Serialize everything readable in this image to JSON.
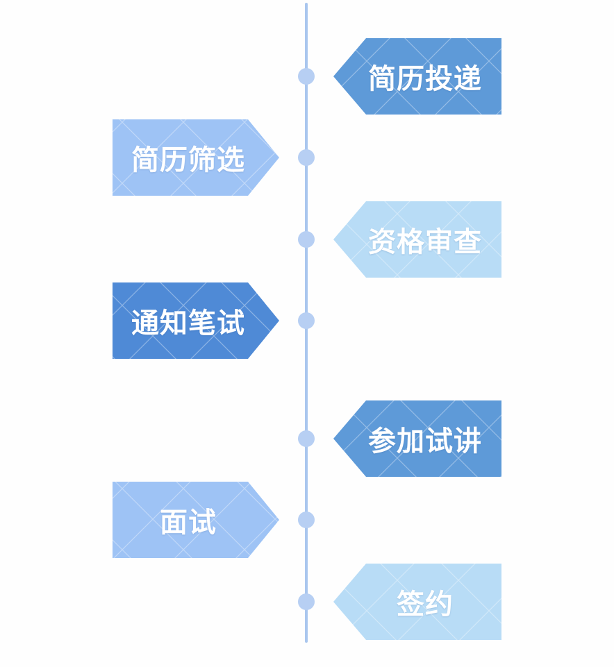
{
  "steps": [
    {
      "label": "简历投递",
      "side": "right",
      "color": "#5e9ad8"
    },
    {
      "label": "简历筛选",
      "side": "left",
      "color": "#9ec3f5"
    },
    {
      "label": "资格审查",
      "side": "right",
      "color": "#b8dcf6"
    },
    {
      "label": "通知笔试",
      "side": "left",
      "color": "#4f8ad6"
    },
    {
      "label": "参加试讲",
      "side": "right",
      "color": "#5e9ad8"
    },
    {
      "label": "面试",
      "side": "left",
      "color": "#9ec3f5"
    },
    {
      "label": "签约",
      "side": "right",
      "color": "#b8dcf6"
    }
  ],
  "colors": {
    "line": "#a9c6ee",
    "dot": "#b7cff3"
  }
}
